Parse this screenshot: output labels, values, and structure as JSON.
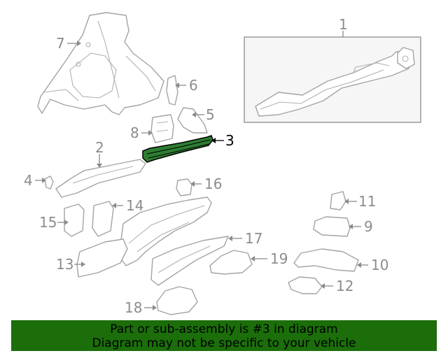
{
  "diagram": {
    "highlighted_callout": "3",
    "highlight_color": "#2e7d32",
    "callouts": {
      "c1": "1",
      "c2": "2",
      "c3": "3",
      "c4": "4",
      "c5": "5",
      "c6": "6",
      "c7": "7",
      "c8": "8",
      "c9": "9",
      "c10": "10",
      "c11": "11",
      "c12": "12",
      "c13": "13",
      "c14": "14",
      "c15": "15",
      "c16": "16",
      "c17": "17",
      "c18": "18",
      "c19": "19"
    }
  },
  "banner": {
    "line1": "Part or sub-assembly is #3 in diagram",
    "line2": "Diagram may not be specific to your vehicle",
    "background": "#1b6e0a"
  }
}
